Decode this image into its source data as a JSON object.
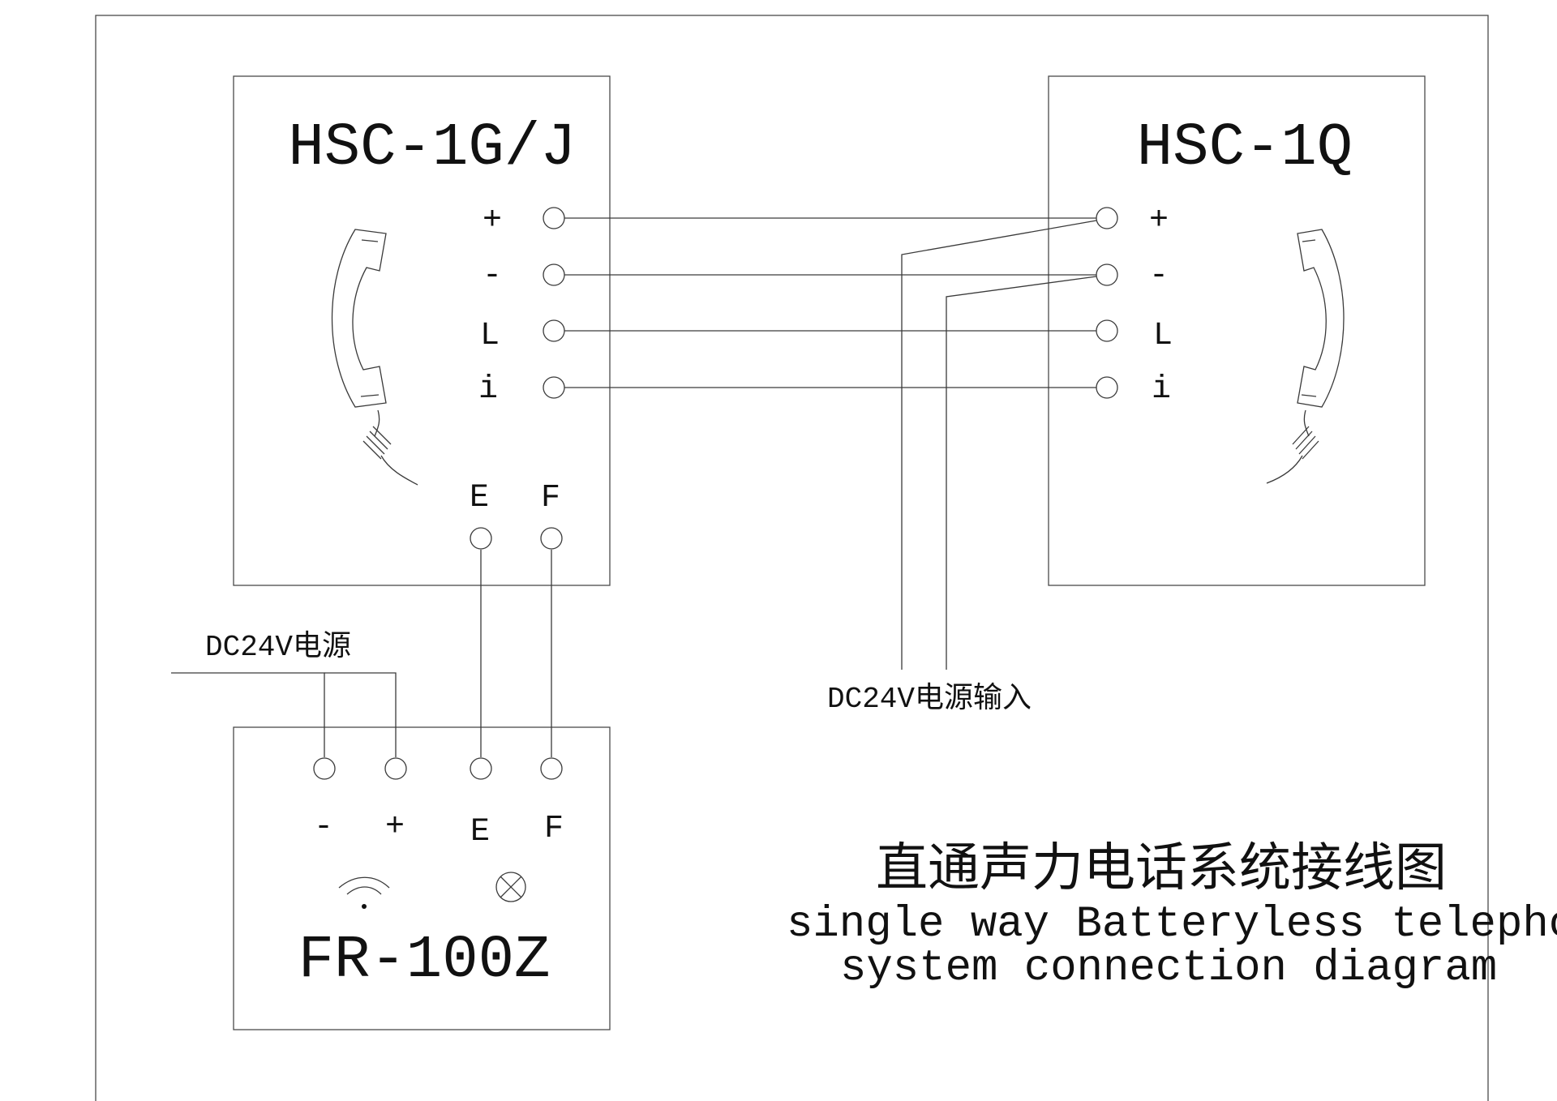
{
  "devices": {
    "left_phone": {
      "model": "HSC-1G/J",
      "pins": [
        "+",
        "-",
        "L",
        "i"
      ],
      "bottom_pins": [
        "E",
        "F"
      ]
    },
    "right_phone": {
      "model": "HSC-1Q",
      "pins": [
        "+",
        "-",
        "L",
        "i"
      ]
    },
    "power_unit": {
      "model": "FR-100Z",
      "pins": [
        "-",
        "+",
        "E",
        "F"
      ]
    }
  },
  "labels": {
    "power_supply": "DC24V电源",
    "power_input": "DC24V电源输入"
  },
  "caption": {
    "chinese": "直通声力电话系统接线图",
    "english_line1": "single way Batteryless telephone",
    "english_line2": "system connection diagram"
  },
  "colors": {
    "line": "#3a3a3a",
    "text": "#111111",
    "background": "#ffffff"
  }
}
